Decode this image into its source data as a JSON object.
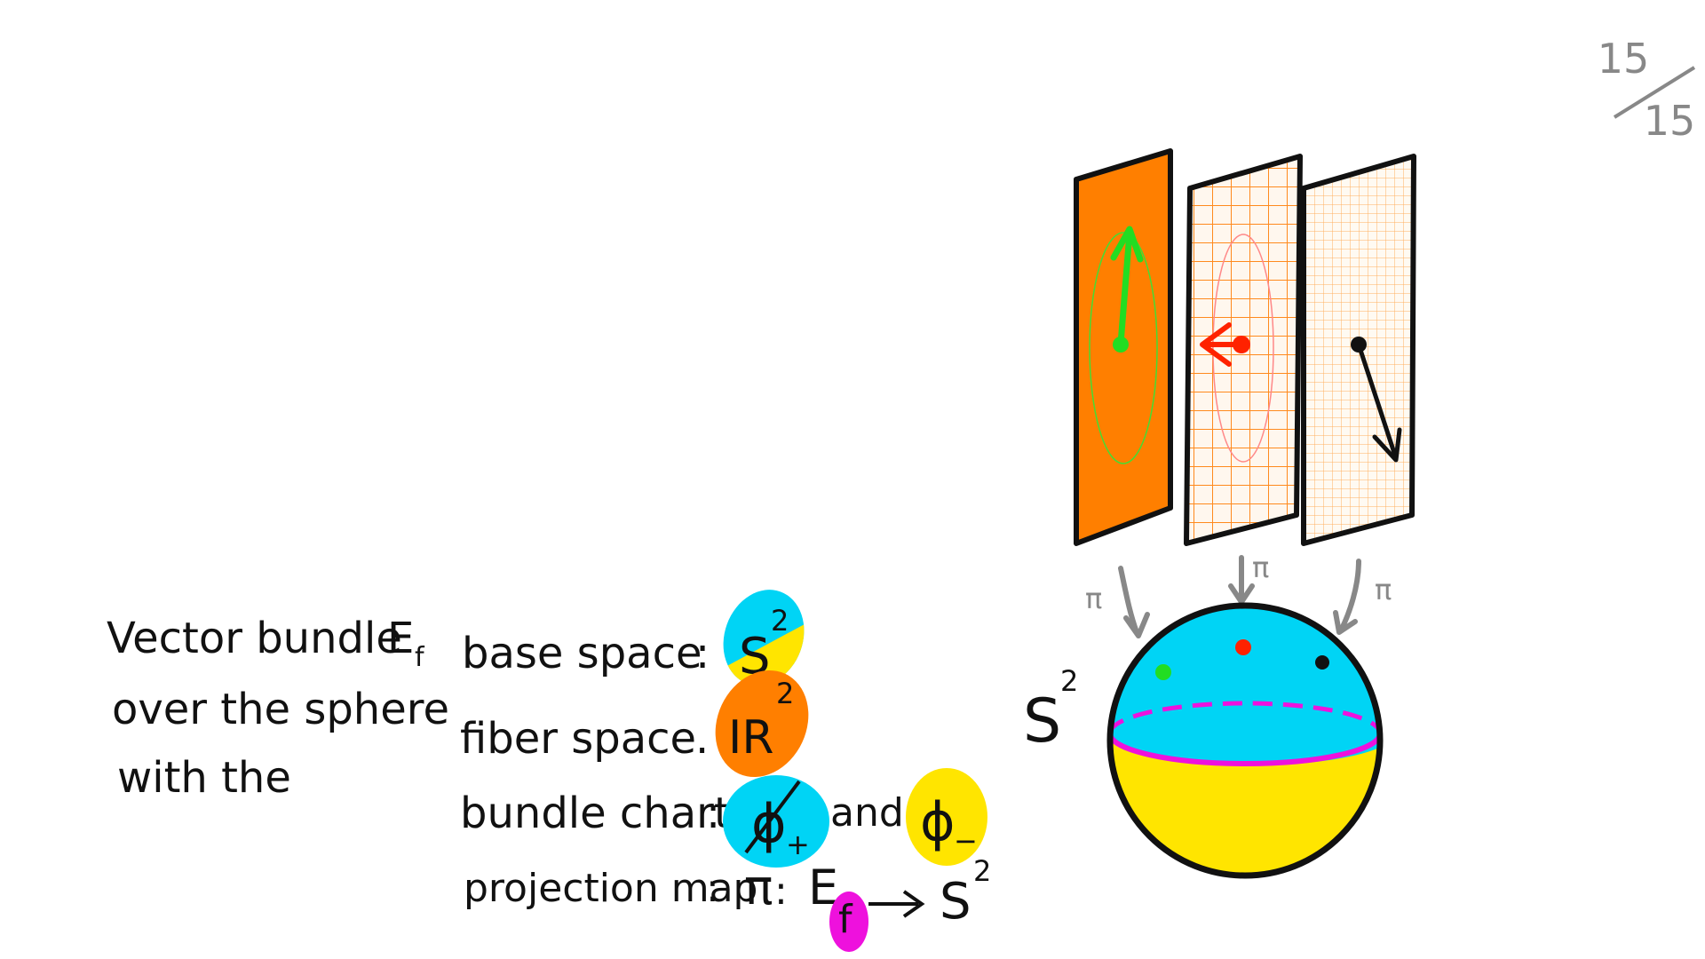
{
  "page_counter": {
    "current": "15",
    "total": "15"
  },
  "title_block": {
    "line1": "Vector bundle",
    "bundle_symbol": "E",
    "bundle_subscript": "f",
    "line2": "over the sphere",
    "line3": "with the"
  },
  "definitions": {
    "base_space_label": "base space",
    "base_space_symbol": "S",
    "base_space_exp": "2",
    "fiber_space_label": "fiber space",
    "fiber_space_symbol": "IR",
    "fiber_space_exp": "2",
    "charts_label": "bundle charts",
    "chart_plus": "ϕ",
    "chart_plus_sub": "+",
    "and_word": "and",
    "chart_minus": "ϕ",
    "chart_minus_sub": "−",
    "projection_label": "projection map",
    "projection_pi": "π",
    "projection_E": "E",
    "projection_f": "f",
    "projection_target": "S",
    "projection_target_exp": "2"
  },
  "figure": {
    "sphere_label": "S",
    "sphere_label_exp": "2",
    "pi_label": "π"
  },
  "colors": {
    "cyan": "#00d4f5",
    "yellow": "#ffe500",
    "orange": "#ff7f00",
    "magenta": "#ee11dd",
    "green": "#22dd22",
    "red": "#ff2200",
    "gray": "#888888",
    "grid": "#ff8a1e"
  }
}
